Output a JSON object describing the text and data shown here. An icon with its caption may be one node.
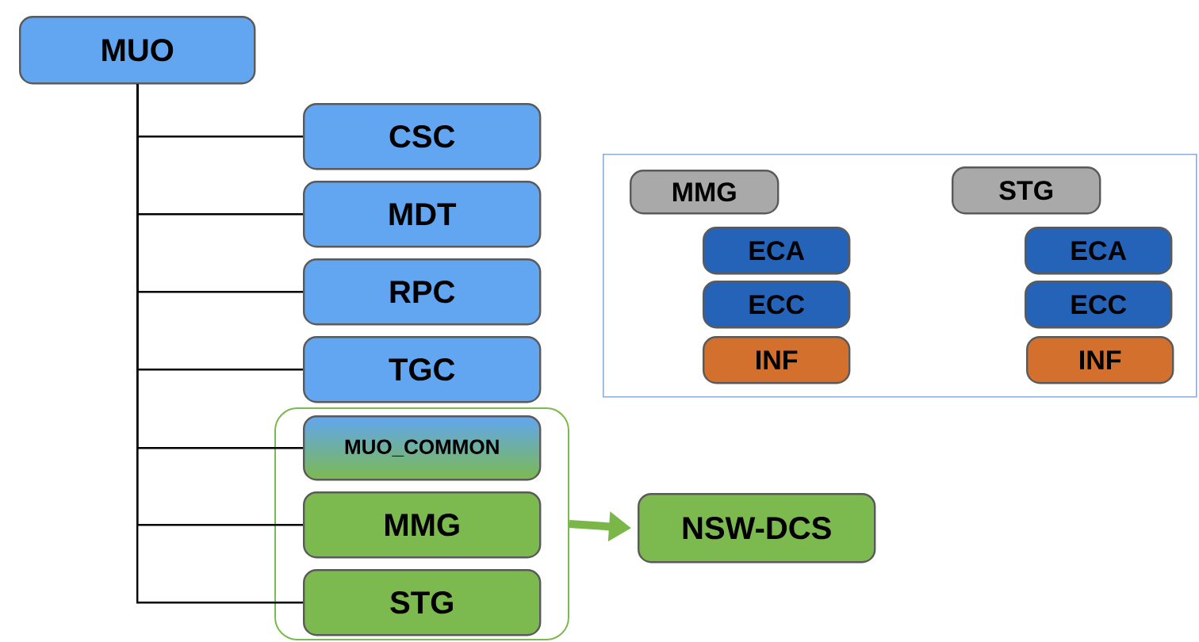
{
  "diagram": {
    "nodes": [
      {
        "text": [
          "MUO"
        ]
      },
      {
        "text": [
          "CSC"
        ]
      },
      {
        "text": [
          "MDT"
        ]
      },
      {
        "text": [
          "RPC"
        ]
      },
      {
        "text": [
          "TGC"
        ]
      },
      {
        "text": [],
        "shape": "box"
      },
      {
        "text": [
          "MUO_COMMON"
        ],
        "in": 5
      },
      {
        "text": [
          "MMG"
        ],
        "in": 5
      },
      {
        "text": [
          "STG"
        ],
        "in": 5
      },
      {
        "text": [
          "NSW-DCS"
        ]
      },
      {
        "text": [],
        "shape": "box"
      },
      {
        "text": [
          "MMG"
        ],
        "in": 10
      },
      {
        "text": [
          "ECA"
        ],
        "in": 10
      },
      {
        "text": [
          "ECC"
        ],
        "in": 10
      },
      {
        "text": [
          "INF"
        ],
        "in": 10
      },
      {
        "text": [
          "STG"
        ],
        "in": 10
      },
      {
        "text": [
          "ECA"
        ],
        "in": 10
      },
      {
        "text": [
          "ECC"
        ],
        "in": 10
      },
      {
        "text": [
          "INF"
        ],
        "in": 10
      }
    ],
    "edges": [
      {
        "from": 0,
        "to": 1,
        "arrow": "none"
      },
      {
        "from": 0,
        "to": 2,
        "arrow": "none"
      },
      {
        "from": 0,
        "to": 3,
        "arrow": "none"
      },
      {
        "from": 0,
        "to": 4,
        "arrow": "none"
      },
      {
        "from": 0,
        "to": 6,
        "arrow": "none"
      },
      {
        "from": 0,
        "to": 7,
        "arrow": "none"
      },
      {
        "from": 0,
        "to": 8,
        "arrow": "none"
      },
      {
        "from": 5,
        "to": 9,
        "arrow": "to",
        "style": "thick",
        "color": "#7ab648"
      }
    ]
  }
}
